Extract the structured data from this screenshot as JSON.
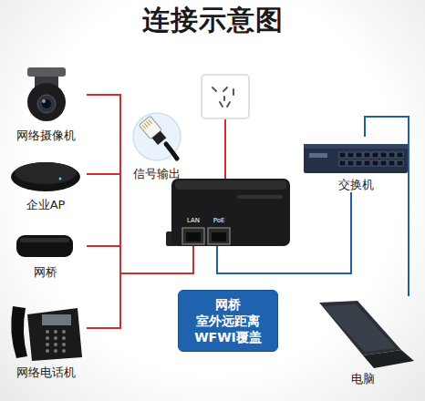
{
  "diagram": {
    "title": "连接示意图",
    "nodes": [
      {
        "text": [
          "网络摄像机"
        ]
      },
      {
        "text": [
          "企业AP"
        ]
      },
      {
        "text": [
          "网桥"
        ]
      },
      {
        "text": [
          "网络电话机"
        ]
      },
      {
        "text": [
          "信号输出"
        ]
      },
      {
        "text": [
          "LAN",
          "PoE"
        ]
      },
      {
        "text": [
          "交换机"
        ]
      },
      {
        "text": [
          "网桥 室外远距离 WFWI覆盖"
        ]
      },
      {
        "text": [
          "电脑"
        ]
      }
    ],
    "edges": [
      {
        "from": 0,
        "to": 5,
        "arrow": "none"
      },
      {
        "from": 1,
        "to": 5,
        "arrow": "none"
      },
      {
        "from": 2,
        "to": 5,
        "arrow": "none"
      },
      {
        "from": 3,
        "to": 5,
        "arrow": "none"
      },
      {
        "from": 6,
        "to": 5,
        "arrow": "none"
      },
      {
        "from": 8,
        "to": 6,
        "arrow": "none"
      }
    ]
  }
}
